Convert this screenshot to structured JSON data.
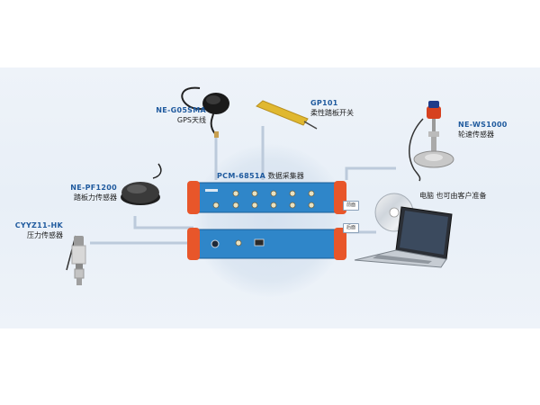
{
  "title": {
    "model": "PCM-6851A",
    "desc": "数据采集器"
  },
  "devices": {
    "gps": {
      "model": "NE-G05SMA",
      "desc": "GPS天线"
    },
    "pedal_switch": {
      "model": "GP101",
      "desc": "柔性踏板开关"
    },
    "wheel_speed": {
      "model": "NE-WS1000",
      "desc": "轮速传感器"
    },
    "pedal_force": {
      "model": "NE-PF1200",
      "desc": "踏板力传感器"
    },
    "pressure": {
      "model": "CYYZ11-HK",
      "desc": "压力传感器"
    },
    "computer": {
      "desc": "电脑 也可由客户准备"
    }
  },
  "panels": {
    "front": "前面",
    "back": "后面"
  },
  "colors": {
    "accent": "#1f5a9e",
    "line": "#b8c6d6",
    "unit_body": "#2f86c9",
    "bumper": "#e8562a"
  }
}
